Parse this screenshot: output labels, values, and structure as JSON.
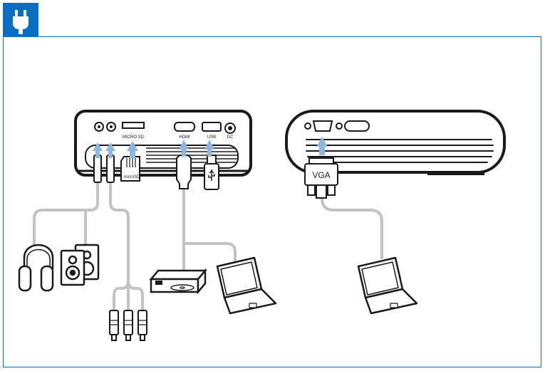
{
  "header": {
    "icon": "power-plug-icon",
    "accent_color": "#0a6fc2"
  },
  "projector_back": {
    "ports": {
      "micro_sd": "MICRO SD",
      "hdmi": "HDMI",
      "usb": "USB",
      "dc": "DC"
    },
    "card_label": "microSD"
  },
  "projector_front": {
    "vga_label": "VGA"
  },
  "colors": {
    "arrow": "#8fb6dc",
    "cable": "#bdbdbd",
    "outline": "#1a1a1a"
  },
  "devices": {
    "left_group": [
      "headphones-icon",
      "speakers-icon",
      "rca-plugs-icon"
    ],
    "middle_group": [
      "dvd-player-icon",
      "laptop-icon"
    ],
    "right_group": [
      "laptop-icon"
    ]
  }
}
